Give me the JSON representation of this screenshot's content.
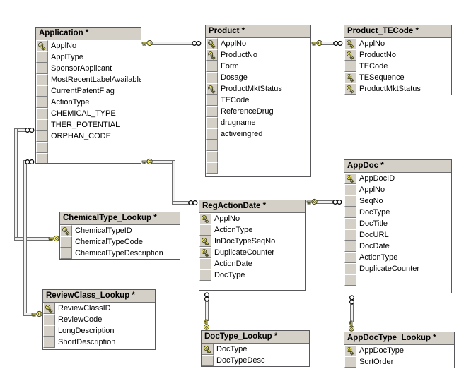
{
  "tables": [
    {
      "name": "Application",
      "title": "Application *",
      "fields": [
        {
          "name": "ApplNo",
          "key": true
        },
        {
          "name": "ApplType",
          "key": false
        },
        {
          "name": "SponsorApplicant",
          "key": false
        },
        {
          "name": "MostRecentLabelAvailable",
          "key": false
        },
        {
          "name": "CurrentPatentFlag",
          "key": false
        },
        {
          "name": "ActionType",
          "key": false
        },
        {
          "name": "CHEMICAL_TYPE",
          "key": false
        },
        {
          "name": "THER_POTENTIAL",
          "key": false
        },
        {
          "name": "ORPHAN_CODE",
          "key": false
        }
      ]
    },
    {
      "name": "Product",
      "title": "Product *",
      "fields": [
        {
          "name": "ApplNo",
          "key": true
        },
        {
          "name": "ProductNo",
          "key": true
        },
        {
          "name": "Form",
          "key": false
        },
        {
          "name": "Dosage",
          "key": false
        },
        {
          "name": "ProductMktStatus",
          "key": true
        },
        {
          "name": "TECode",
          "key": false
        },
        {
          "name": "ReferenceDrug",
          "key": false
        },
        {
          "name": "drugname",
          "key": false
        },
        {
          "name": "activeingred",
          "key": false
        }
      ]
    },
    {
      "name": "Product_TECode",
      "title": "Product_TECode *",
      "fields": [
        {
          "name": "ApplNo",
          "key": true
        },
        {
          "name": "ProductNo",
          "key": true
        },
        {
          "name": "TECode",
          "key": false
        },
        {
          "name": "TESequence",
          "key": true
        },
        {
          "name": "ProductMktStatus",
          "key": true
        }
      ]
    },
    {
      "name": "AppDoc",
      "title": "AppDoc *",
      "fields": [
        {
          "name": "AppDocID",
          "key": true
        },
        {
          "name": "ApplNo",
          "key": false
        },
        {
          "name": "SeqNo",
          "key": false
        },
        {
          "name": "DocType",
          "key": false
        },
        {
          "name": "DocTitle",
          "key": false
        },
        {
          "name": "DocURL",
          "key": false
        },
        {
          "name": "DocDate",
          "key": false
        },
        {
          "name": "ActionType",
          "key": false
        },
        {
          "name": "DuplicateCounter",
          "key": false
        }
      ]
    },
    {
      "name": "RegActionDate",
      "title": "RegActionDate *",
      "fields": [
        {
          "name": "ApplNo",
          "key": true
        },
        {
          "name": "ActionType",
          "key": false
        },
        {
          "name": "InDocTypeSeqNo",
          "key": true
        },
        {
          "name": "DuplicateCounter",
          "key": true
        },
        {
          "name": "ActionDate",
          "key": false
        },
        {
          "name": "DocType",
          "key": false
        }
      ]
    },
    {
      "name": "ChemicalType_Lookup",
      "title": "ChemicalType_Lookup *",
      "fields": [
        {
          "name": "ChemicalTypeID",
          "key": true
        },
        {
          "name": "ChemicalTypeCode",
          "key": false
        },
        {
          "name": "ChemicalTypeDescription",
          "key": false
        }
      ]
    },
    {
      "name": "ReviewClass_Lookup",
      "title": "ReviewClass_Lookup *",
      "fields": [
        {
          "name": "ReviewClassID",
          "key": true
        },
        {
          "name": "ReviewCode",
          "key": false
        },
        {
          "name": "LongDescription",
          "key": false
        },
        {
          "name": "ShortDescription",
          "key": false
        }
      ]
    },
    {
      "name": "DocType_Lookup",
      "title": "DocType_Lookup *",
      "fields": [
        {
          "name": "DocType",
          "key": true
        },
        {
          "name": "DocTypeDesc",
          "key": false
        }
      ]
    },
    {
      "name": "AppDocType_Lookup",
      "title": "AppDocType_Lookup *",
      "fields": [
        {
          "name": "AppDocType",
          "key": true
        },
        {
          "name": "SortOrder",
          "key": false
        }
      ]
    }
  ],
  "relations": [
    {
      "one": "Application",
      "many": "Product"
    },
    {
      "one": "Product",
      "many": "Product_TECode"
    },
    {
      "one": "Application",
      "many": "RegActionDate"
    },
    {
      "one": "RegActionDate",
      "many": "AppDoc"
    },
    {
      "one": "ChemicalType_Lookup",
      "many": "Application"
    },
    {
      "one": "ReviewClass_Lookup",
      "many": "Application"
    },
    {
      "one": "DocType_Lookup",
      "many": "RegActionDate"
    },
    {
      "one": "AppDocType_Lookup",
      "many": "AppDoc"
    }
  ],
  "icons": {
    "primary_key": "key-icon",
    "many_end": "infinity-icon"
  },
  "colors": {
    "canvas": "#ffffff",
    "title_bar": "#d4d0c8",
    "selector_cell": "#d4d0c8",
    "table_border": "#58585c",
    "connector": "#6e6e6e",
    "key_fill": "#f5ee6e"
  }
}
